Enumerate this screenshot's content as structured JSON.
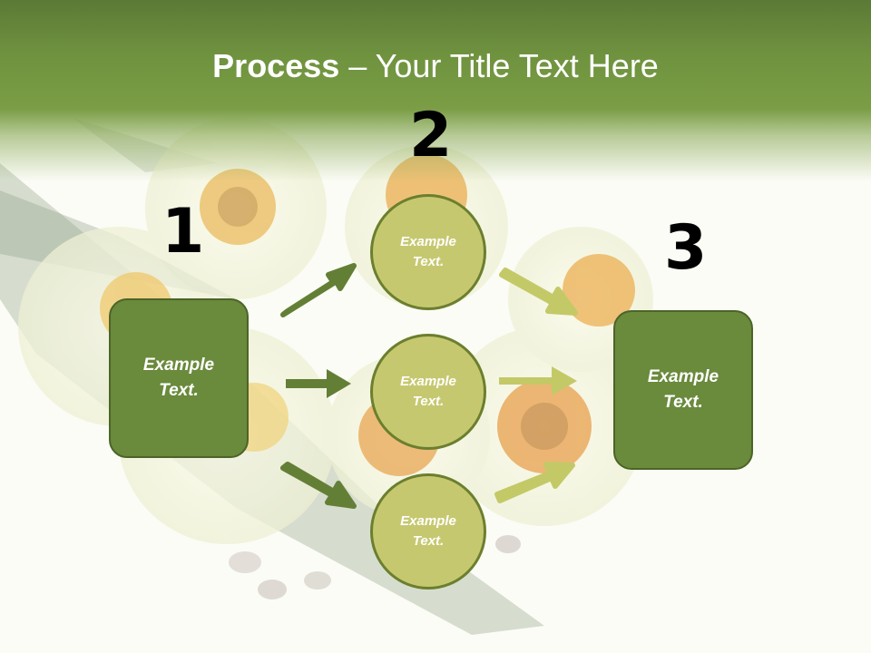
{
  "title": {
    "bold": "Process",
    "rest": " – Your Title Text Here"
  },
  "steps": [
    {
      "number": "1",
      "label": "Example Text."
    },
    {
      "number": "2",
      "items": [
        "Example Text.",
        "Example Text.",
        "Example Text."
      ]
    },
    {
      "number": "3",
      "label": "Example Text."
    }
  ],
  "colors": {
    "header": "#6f923f",
    "box_fill": "#6a8a3c",
    "circle_fill": "#c6c870",
    "arrow_dark": "#637f35",
    "arrow_light": "#c4c968"
  }
}
